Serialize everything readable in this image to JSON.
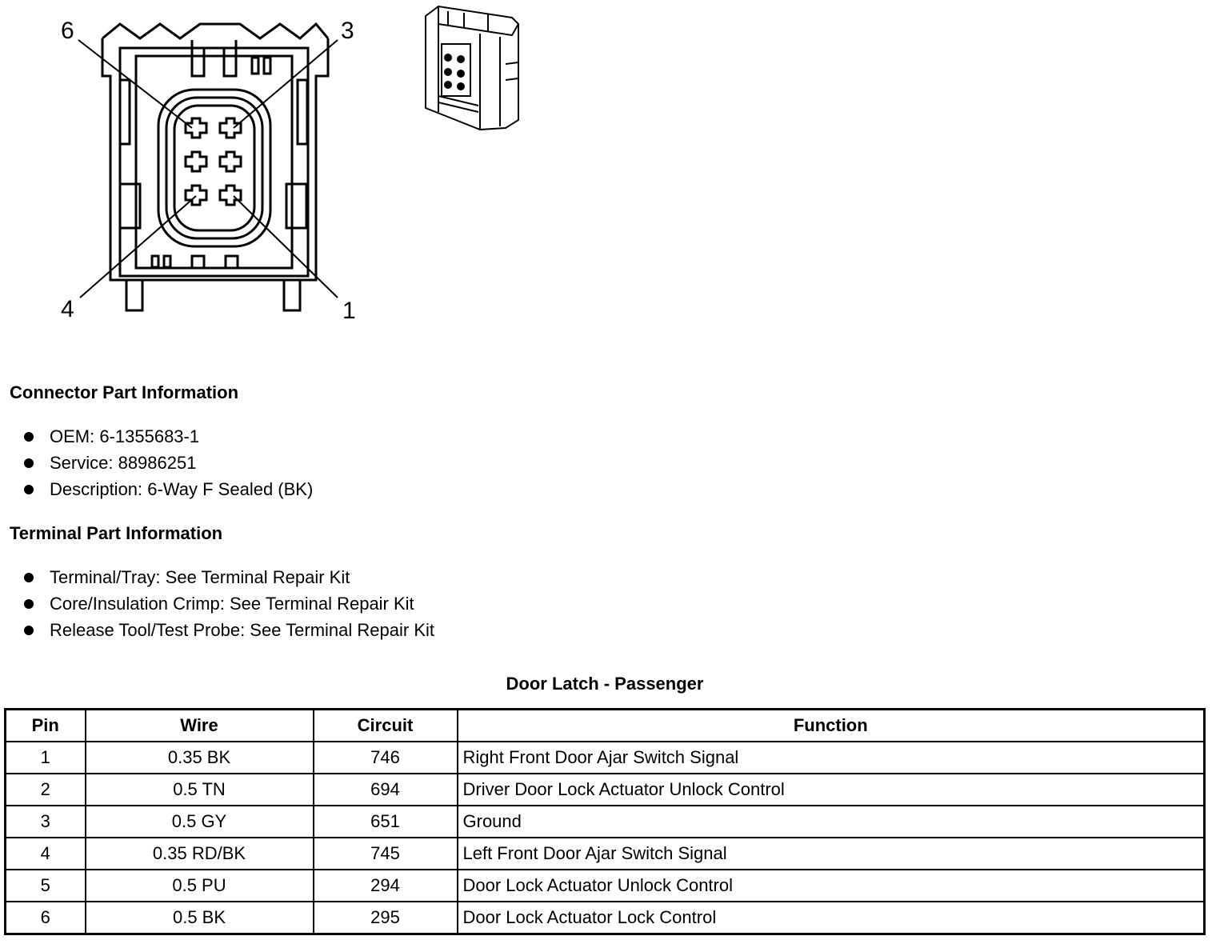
{
  "diagram": {
    "pin_labels": [
      "6",
      "3",
      "4",
      "1"
    ]
  },
  "connector_info": {
    "heading": "Connector Part Information",
    "items": [
      "OEM: 6-1355683-1",
      "Service: 88986251",
      "Description: 6-Way F Sealed (BK)"
    ]
  },
  "terminal_info": {
    "heading": "Terminal Part Information",
    "items": [
      "Terminal/Tray: See Terminal Repair Kit",
      "Core/Insulation Crimp: See Terminal Repair Kit",
      "Release Tool/Test Probe: See Terminal Repair Kit"
    ]
  },
  "table": {
    "title": "Door Latch - Passenger",
    "headers": [
      "Pin",
      "Wire",
      "Circuit",
      "Function"
    ],
    "rows": [
      [
        "1",
        "0.35 BK",
        "746",
        "Right Front Door Ajar Switch Signal"
      ],
      [
        "2",
        "0.5 TN",
        "694",
        "Driver Door Lock Actuator Unlock Control"
      ],
      [
        "3",
        "0.5 GY",
        "651",
        "Ground"
      ],
      [
        "4",
        "0.35 RD/BK",
        "745",
        "Left Front Door Ajar Switch Signal"
      ],
      [
        "5",
        "0.5 PU",
        "294",
        "Door Lock Actuator Unlock Control"
      ],
      [
        "6",
        "0.5 BK",
        "295",
        "Door Lock Actuator Lock Control"
      ]
    ]
  }
}
